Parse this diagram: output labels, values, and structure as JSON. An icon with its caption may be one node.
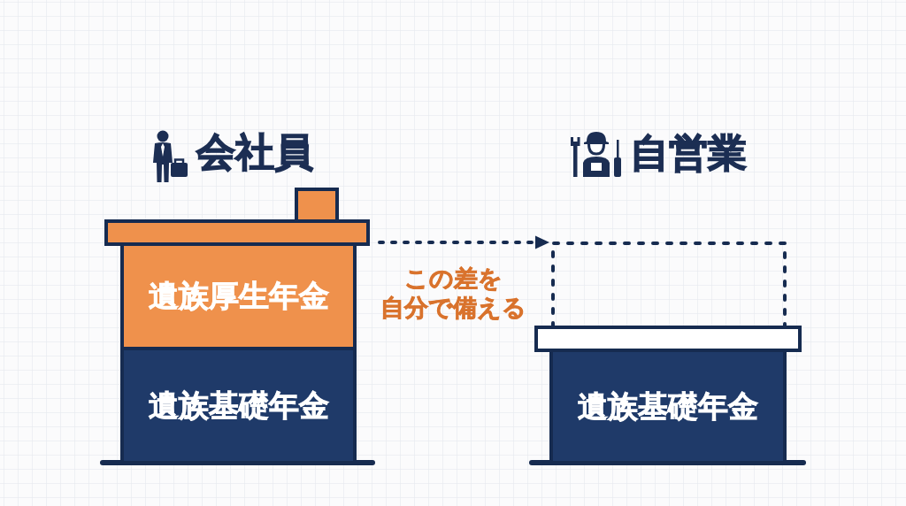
{
  "diagram": {
    "nodes": [
      {
        "text": [],
        "shape": "bar"
      },
      {
        "text": [
          "遺族厚生年金"
        ]
      },
      {
        "text": [
          "遺族基礎年金"
        ]
      },
      {
        "text": [],
        "shape": "box"
      },
      {
        "text": [],
        "shape": "bar"
      },
      {
        "text": [
          "遺族基礎年金"
        ]
      }
    ],
    "edges": [
      {
        "from": 0,
        "to": 3,
        "arrow": "to",
        "style": "dashed",
        "label": "この差を自分で備える"
      }
    ],
    "labels": [
      "会社員",
      "自営業"
    ]
  }
}
